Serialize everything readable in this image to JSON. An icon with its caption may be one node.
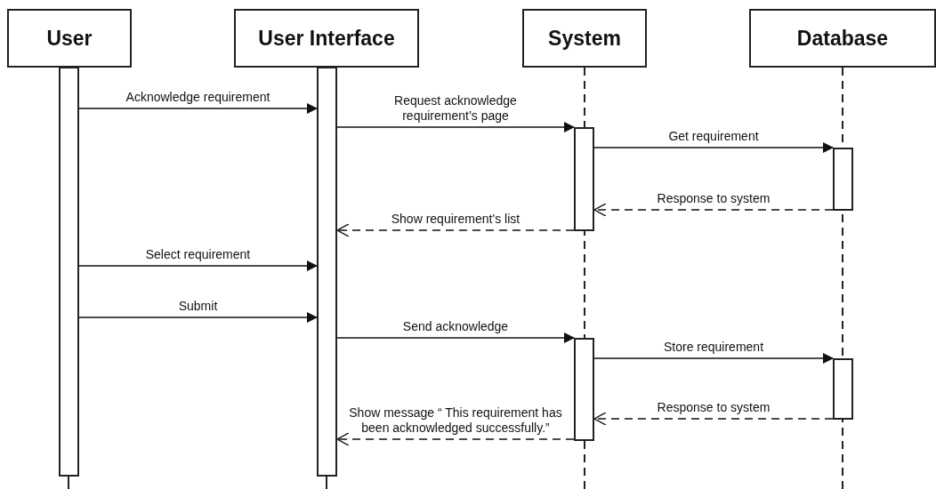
{
  "diagram": {
    "nodes": [
      {
        "text": [
          "User"
        ]
      },
      {
        "text": [
          "User Interface"
        ]
      },
      {
        "text": [
          "System"
        ]
      },
      {
        "text": [
          "Database"
        ]
      },
      {
        "text": [],
        "shape": "bar"
      },
      {
        "text": [],
        "shape": "bar"
      },
      {
        "text": [],
        "shape": "bar"
      },
      {
        "text": [],
        "shape": "bar"
      },
      {
        "text": [],
        "shape": "bar"
      },
      {
        "text": [],
        "shape": "bar"
      }
    ],
    "edges": [
      {
        "from": 4,
        "to": 5,
        "arrow": "to",
        "label": "Acknowledge requirement"
      },
      {
        "from": 5,
        "to": 6,
        "arrow": "to",
        "label": "Request acknowledge requirement’s page"
      },
      {
        "from": 6,
        "to": 7,
        "arrow": "to",
        "label": "Get requirement"
      },
      {
        "from": 7,
        "to": 6,
        "arrow": "to",
        "label": "Response to system",
        "style": "dashed"
      },
      {
        "from": 6,
        "to": 5,
        "arrow": "to",
        "label": "Show requirement’s list",
        "style": "dashed"
      },
      {
        "from": 4,
        "to": 5,
        "arrow": "to",
        "label": "Select requirement"
      },
      {
        "from": 4,
        "to": 5,
        "arrow": "to",
        "label": "Submit"
      },
      {
        "from": 5,
        "to": 8,
        "arrow": "to",
        "label": "Send acknowledge"
      },
      {
        "from": 8,
        "to": 9,
        "arrow": "to",
        "label": "Store requirement"
      },
      {
        "from": 9,
        "to": 8,
        "arrow": "to",
        "label": "Response to system",
        "style": "dashed"
      },
      {
        "from": 8,
        "to": 5,
        "arrow": "to",
        "label": "Show message “ This requirement has been acknowledged successfully.”",
        "style": "dashed"
      }
    ]
  }
}
